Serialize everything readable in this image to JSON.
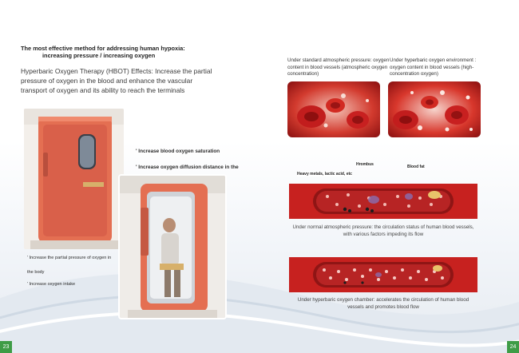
{
  "left_page": {
    "title_line1": "The most effective method for addressing human hypoxia:",
    "title_line2": "increasing pressure / increasing oxygen",
    "intro": "Hyperbaric Oxygen Therapy (HBOT) Effects: Increase the partial pressure of oxygen in the blood and enhance the vascular transport of oxygen and its ability to reach the terminals",
    "bullets_bold": [
      "' Increase blood oxygen saturation",
      "' Increase oxygen diffusion distance in the"
    ],
    "bullets_small": [
      "' Increase the partial pressure of oxygen in",
      "the body",
      "' Increase oxygen intake"
    ],
    "page_number": "23"
  },
  "right_page": {
    "standard_caption": "Under standard atmospheric pressure: oxygen content in blood vessels (atmospheric oxygen concentration)",
    "hyperbaric_caption": "Under hyperbaric oxygen environment : oxygen content in blood vessels (high-concentration oxygen)",
    "labels": {
      "thrombus": "Hrombus",
      "blood_fat": "Blood fat",
      "heavy_metals": "Heavy metals, lactic acid, etc"
    },
    "vessel1_caption": "Under normal atmospheric pressure: the circulation status of human blood vessels, with various factors impeding its flow",
    "vessel2_caption": "Under hyperbaric oxygen chamber: accelerates the circulation of human blood vessels and promotes blood flow",
    "page_number": "24"
  },
  "colors": {
    "accent_green": "#3e9c46",
    "chamber_orange": "#e46f52",
    "vessel_red": "#c7211f"
  }
}
